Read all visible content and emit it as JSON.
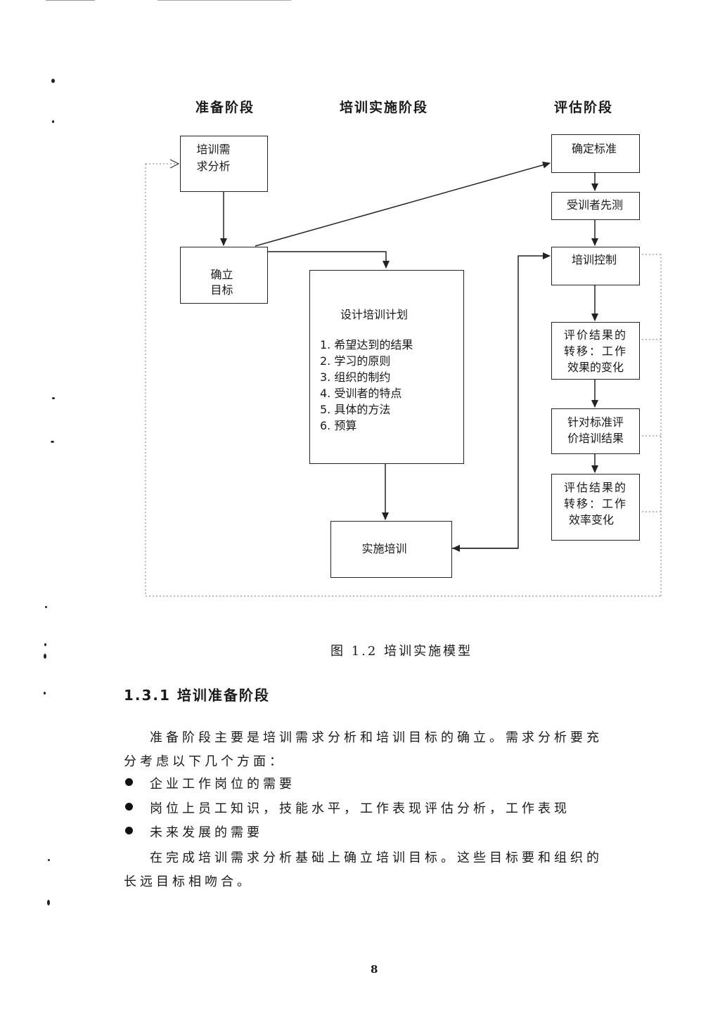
{
  "figure": {
    "column_headers": {
      "preparation": "准备阶段",
      "implementation": "培训实施阶段",
      "evaluation": "评估阶段"
    },
    "boxes": {
      "needs_analysis": [
        "培训需",
        "求分析"
      ],
      "set_objectives": [
        "确立",
        "目标"
      ],
      "design_plan_title": "设计培训计划",
      "design_plan_items": [
        "1. 希望达到的结果",
        "2. 学习的原则",
        "3. 组织的制约",
        "4. 受训者的特点",
        "5. 具体的方法",
        "6. 预算"
      ],
      "implement_training": "实施培训",
      "set_criteria": "确定标准",
      "pretest": "受训者先测",
      "training_control": "培训控制",
      "eval_transfer_effect": [
        "评价结果的",
        "转移：工作",
        "效果的变化"
      ],
      "eval_against_criteria": [
        "针对标准评",
        "价培训结果"
      ],
      "eval_transfer_efficiency": [
        "评估结果的",
        "转移：工作",
        "效率变化"
      ]
    },
    "caption": "图 1.2  培训实施模型"
  },
  "section": {
    "heading": "1.3.1 培训准备阶段",
    "paragraph1_lines": [
      "准备阶段主要是培训需求分析和培训目标的确立。需求分析要充",
      "分考虑以下几个方面："
    ],
    "bullets": [
      "企业工作岗位的需要",
      "岗位上员工知识，技能水平，工作表现评估分析，工作表现",
      "未来发展的需要"
    ],
    "paragraph2_lines": [
      "在完成培训需求分析基础上确立培训目标。这些目标要和组织的",
      "长远目标相吻合。"
    ]
  },
  "page_number": "8"
}
